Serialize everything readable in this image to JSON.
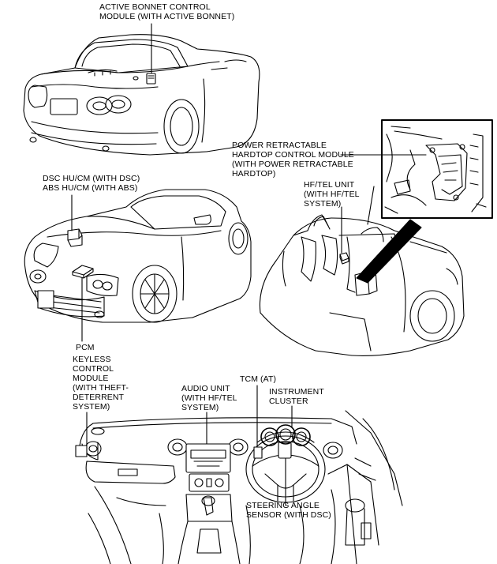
{
  "labels": {
    "active_bonnet": [
      "ACTIVE BONNET CONTROL",
      "MODULE (WITH ACTIVE BONNET)"
    ],
    "power_hardtop": [
      "POWER RETRACTABLE",
      "HARDTOP CONTROL MODULE",
      "(WITH POWER RETRACTABLE",
      "HARDTOP)"
    ],
    "dsc_abs": [
      "DSC HU/CM (WITH DSC)",
      "ABS HU/CM (WITH ABS)"
    ],
    "hf_tel_unit": [
      "HF/TEL UNIT",
      "(WITH HF/TEL",
      "SYSTEM)"
    ],
    "pcm": [
      "PCM"
    ],
    "keyless": [
      "KEYLESS",
      "CONTROL",
      "MODULE",
      "(WITH THEFT-",
      "DETERRENT",
      "SYSTEM)"
    ],
    "tcm": [
      "TCM (AT)"
    ],
    "audio_unit": [
      "AUDIO UNIT",
      "(WITH HF/TEL",
      "SYSTEM)"
    ],
    "instrument_cluster": [
      "INSTRUMENT",
      "CLUSTER"
    ],
    "steering_angle": [
      "STEERING ANGLE",
      "SENSOR (WITH DSC)"
    ]
  },
  "colors": {
    "line": "#000000",
    "module_fill": "#ffffff"
  }
}
